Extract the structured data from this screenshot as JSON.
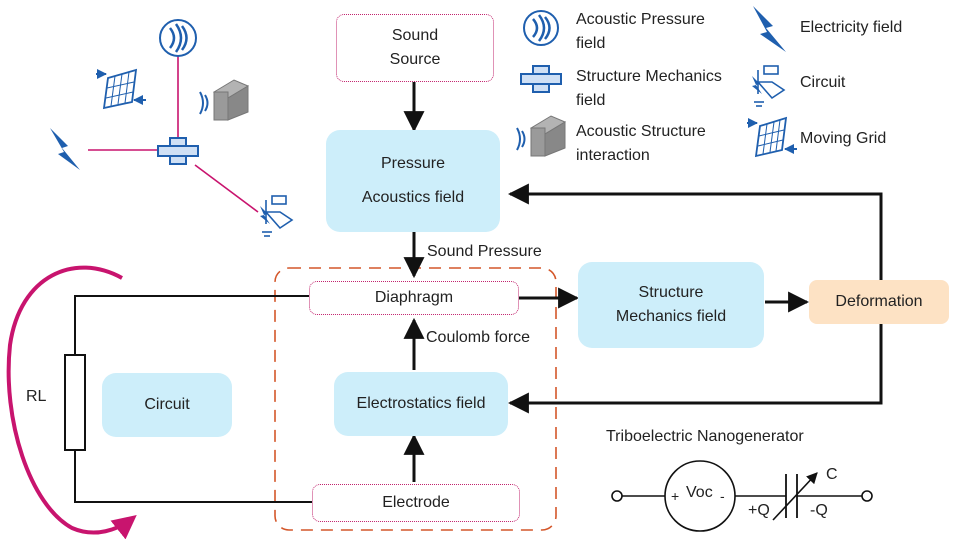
{
  "boxes": {
    "sound_source": [
      "Sound",
      "Source"
    ],
    "pressure_field": [
      "Pressure",
      "Acoustics field"
    ],
    "diaphragm": "Diaphragm",
    "structure_field": [
      "Structure",
      "Mechanics field"
    ],
    "deformation": "Deformation",
    "electrostatics": "Electrostatics field",
    "electrode": "Electrode",
    "circuit": "Circuit"
  },
  "labels": {
    "sound_pressure": "Sound Pressure",
    "coulomb_force": "Coulomb force",
    "resistor": "RL",
    "teng_title": "Triboelectric Nanogenerator",
    "voc": "Voc",
    "plus": "+",
    "minus": "-",
    "plus_q": "+Q",
    "minus_q": "-Q",
    "cap": "C"
  },
  "legend": {
    "acoustic_pressure": [
      "Acoustic Pressure",
      "field"
    ],
    "structure_mechanics": [
      "Structure Mechanics",
      "field"
    ],
    "acoustic_structure": [
      "Acoustic Structure",
      "interaction"
    ],
    "electricity": "Electricity field",
    "circuit": "Circuit",
    "moving_grid": "Moving Grid"
  },
  "colors": {
    "field_box": "#cdeefa",
    "deformation_box": "#fde2c4",
    "dotted_border": "#c2246e",
    "dashed_region": "#d4572a",
    "icon_blue": "#1f5fae",
    "loop_arrow": "#c8146e"
  }
}
